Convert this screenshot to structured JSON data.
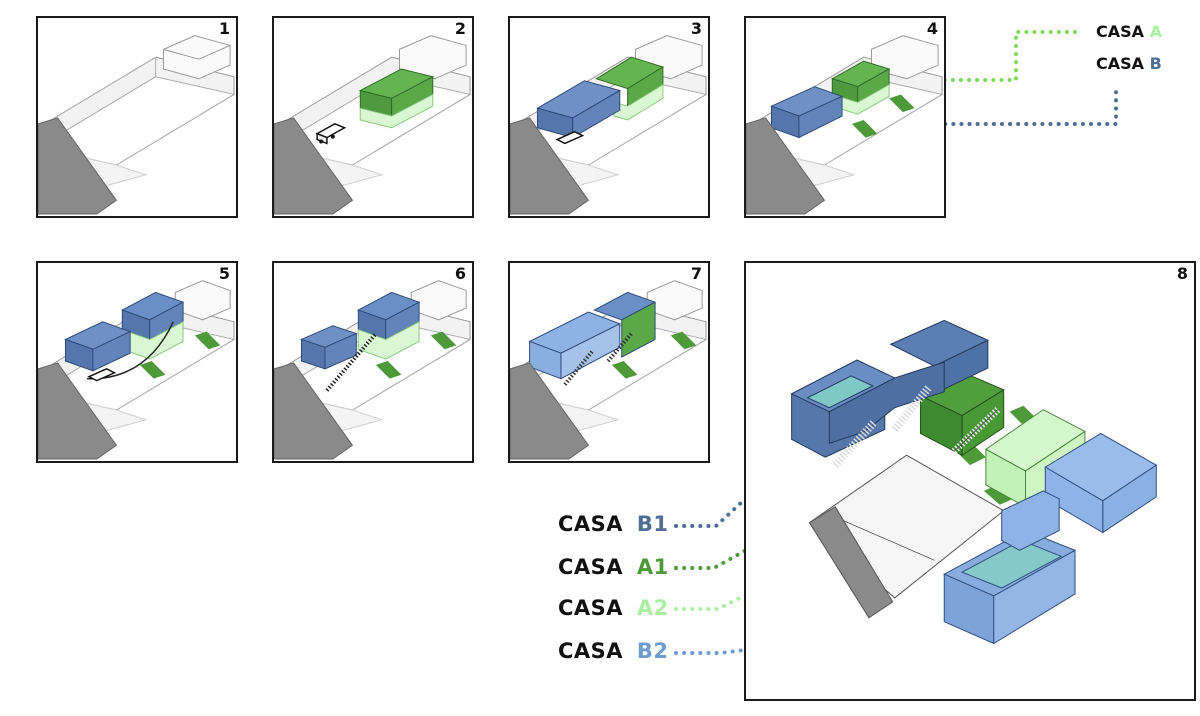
{
  "panels": [
    {
      "number": "1"
    },
    {
      "number": "2"
    },
    {
      "number": "3"
    },
    {
      "number": "4"
    },
    {
      "number": "5"
    },
    {
      "number": "6"
    },
    {
      "number": "7"
    },
    {
      "number": "8"
    }
  ],
  "legend_top": {
    "a": {
      "word": "CASA",
      "letter": "A"
    },
    "b": {
      "word": "CASA",
      "letter": "B"
    }
  },
  "legend_bottom": {
    "b1": {
      "word": "CASA",
      "tag": "B1"
    },
    "a1": {
      "word": "CASA",
      "tag": "A1"
    },
    "a2": {
      "word": "CASA",
      "tag": "A2"
    },
    "b2": {
      "word": "CASA",
      "tag": "B2"
    }
  },
  "colors": {
    "casa_a": "#7ddb5a",
    "casa_a1": "#4e9a3a",
    "casa_a2": "#a9f0a0",
    "casa_b": "#506f96",
    "casa_b1": "#4f6f95",
    "casa_b2": "#6f9ccf",
    "block_blue": "#5b82b8",
    "block_blue_light": "#93b6e6",
    "block_green": "#56a344",
    "block_green_light": "#ccf5c4",
    "road": "#8a8a8a"
  }
}
